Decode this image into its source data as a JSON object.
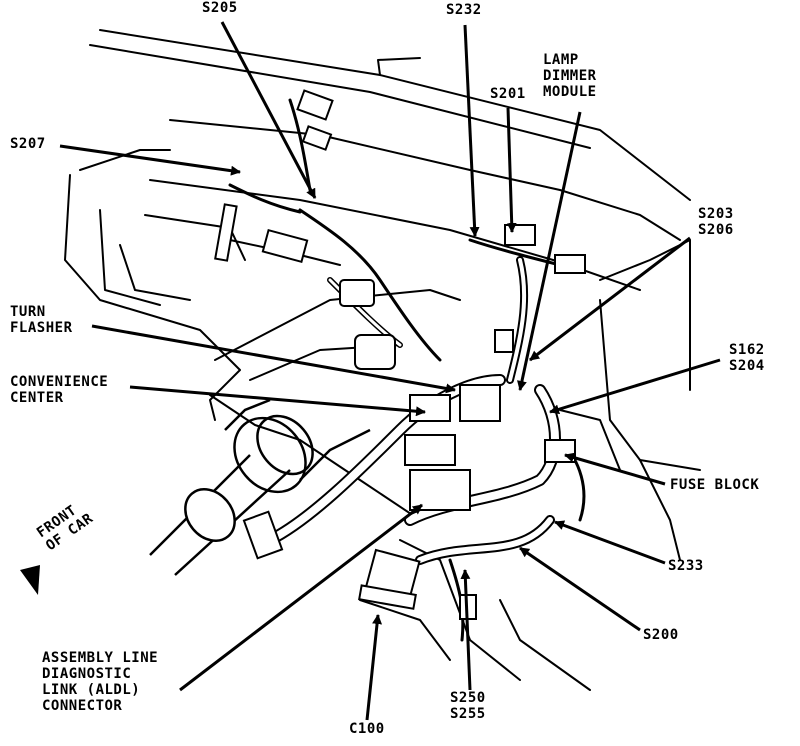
{
  "colors": {
    "ink": "#000000",
    "paper": "#ffffff"
  },
  "labels": {
    "s205": "S205",
    "s232": "S232",
    "lamp_dimmer_module": [
      "LAMP",
      "DIMMER",
      "MODULE"
    ],
    "s201": "S201",
    "s207": "S207",
    "s203_s206": [
      "S203",
      "S206"
    ],
    "turn_flasher": [
      "TURN",
      "FLASHER"
    ],
    "s162_s204": [
      "S162",
      "S204"
    ],
    "convenience_center": [
      "CONVENIENCE",
      "CENTER"
    ],
    "fuse_block": "FUSE BLOCK",
    "front_of_car": [
      "FRONT",
      "OF CAR"
    ],
    "s233": "S233",
    "s200": "S200",
    "alдl_placeholder": null,
    "aldl_connector": [
      "ASSEMBLY LINE",
      "DIAGNOSTIC",
      "LINK (ALDL)",
      "CONNECTOR"
    ],
    "s250_s255": [
      "S250",
      "S255"
    ],
    "c100": "C100"
  }
}
